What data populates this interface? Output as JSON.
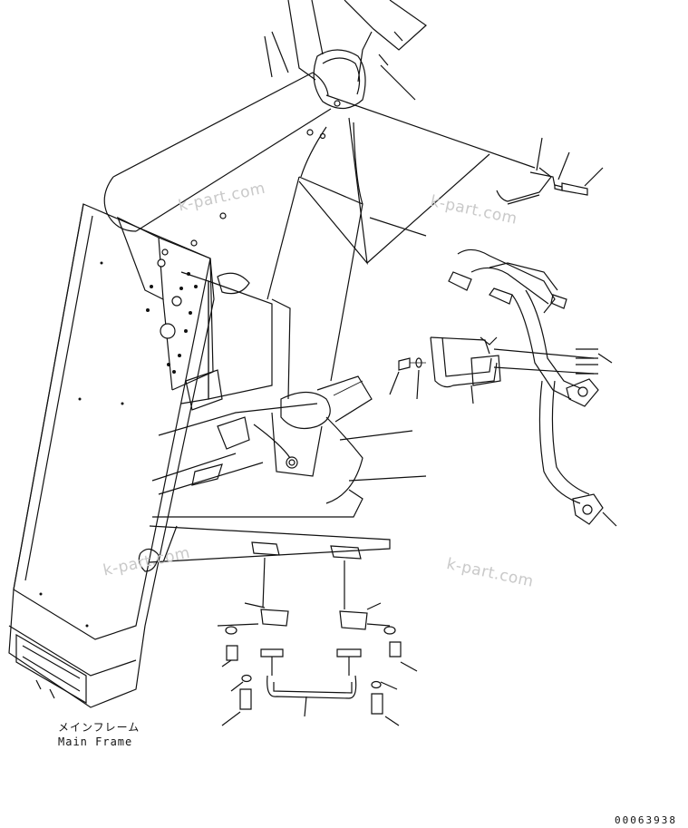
{
  "watermark": {
    "text": "k-part.com"
  },
  "frame_label": {
    "japanese": "メインフレーム",
    "english": "Main Frame"
  },
  "drawing_code": "00063938"
}
